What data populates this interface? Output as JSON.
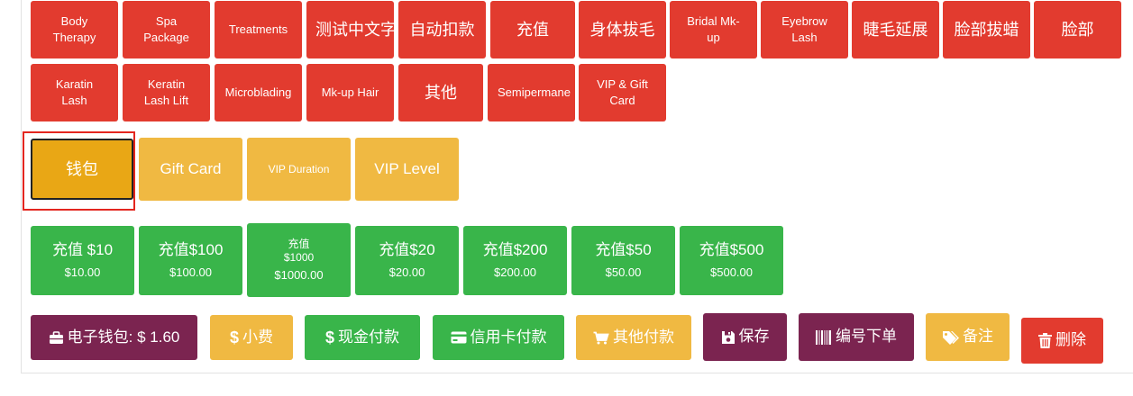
{
  "categories": {
    "row1": [
      "Body Therapy",
      "Spa Package",
      "Treatments",
      "测试中文字",
      "自动扣款",
      "充值",
      "身体拔毛",
      "Bridal Mk-up",
      "Eyebrow Lash",
      "睫毛延展",
      "脸部拔蜡",
      "脸部"
    ],
    "row2": [
      "Karatin Lash",
      "Keratin Lash Lift",
      "Microblading",
      "Mk-up Hair",
      "其他",
      "Semipermane",
      "VIP & Gift Card"
    ]
  },
  "subcategories": [
    "钱包",
    "Gift Card",
    "VIP Duration",
    "VIP Level"
  ],
  "products": [
    {
      "name": "充值 $10",
      "price": "$10.00"
    },
    {
      "name": "充值$100",
      "price": "$100.00"
    },
    {
      "name": "充值 $1000",
      "price": "$1000.00"
    },
    {
      "name": "充值$20",
      "price": "$20.00"
    },
    {
      "name": "充值$200",
      "price": "$200.00"
    },
    {
      "name": "充值$50",
      "price": "$50.00"
    },
    {
      "name": "充值$500",
      "price": "$500.00"
    }
  ],
  "actions": {
    "wallet": "电子钱包: $ 1.60",
    "tip": "小费",
    "cash": "现金付款",
    "card": "信用卡付款",
    "other_pay": "其他付款",
    "save": "保存",
    "barcode_order": "编号下单",
    "note": "备注",
    "delete": "删除"
  },
  "colors": {
    "category": "#e23b2f",
    "subcategory": "#f0b942",
    "subcategory_selected": "#e9a715",
    "product": "#39b54a",
    "plum": "#7b2450",
    "delete": "#e23b2f"
  }
}
